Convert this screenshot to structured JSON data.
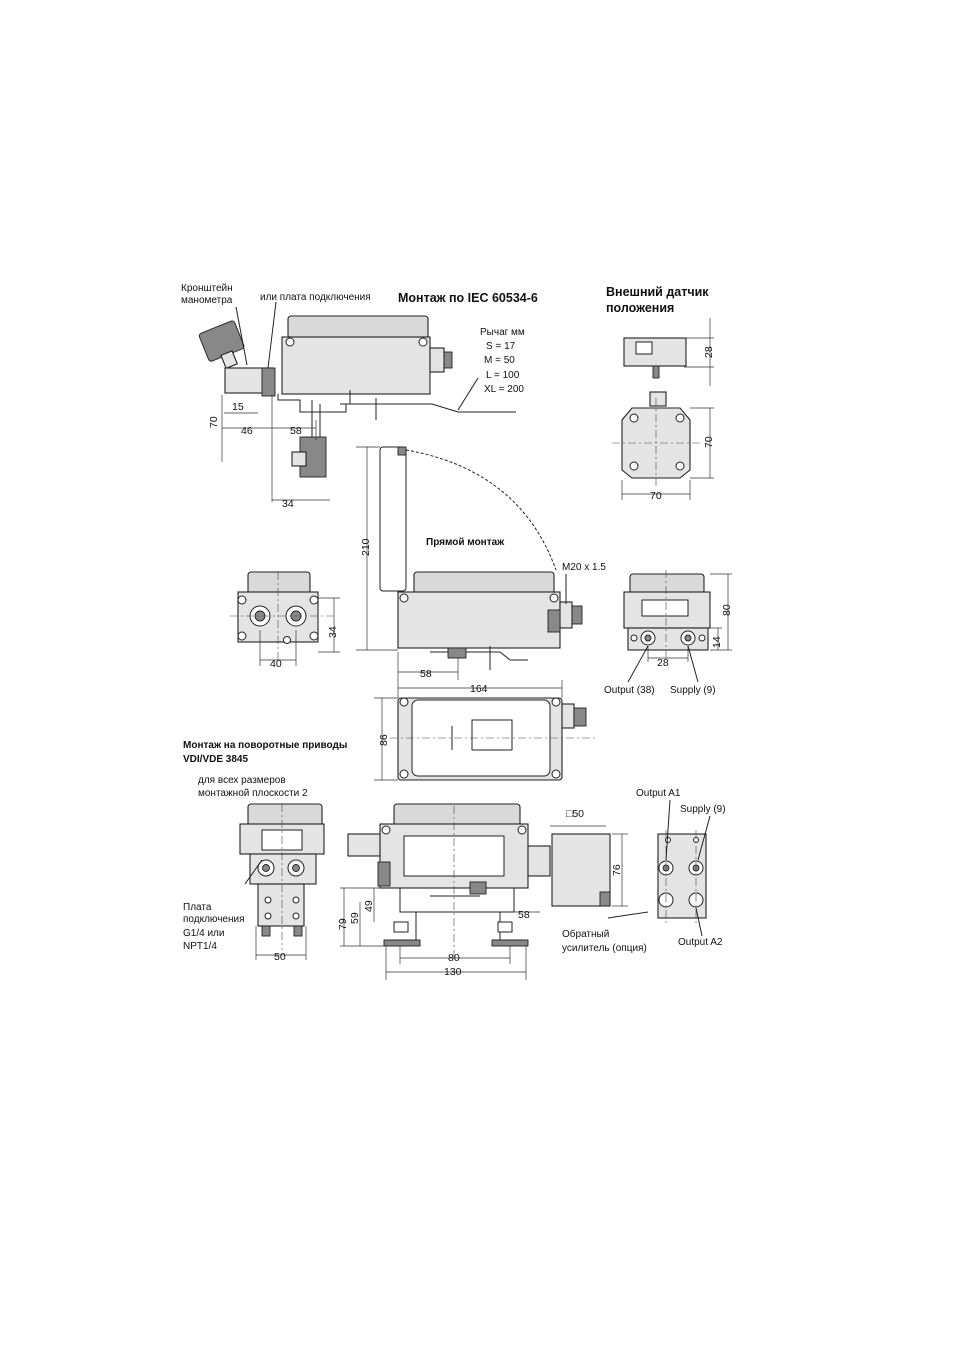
{
  "labels": {
    "gauge_bracket": "Кронштейн манометра",
    "connection_plate_alt": "или плата подключения",
    "iec_mounting": "Монтаж по IEC 60534-6",
    "external_sensor": "Внешний датчик положения",
    "lever": {
      "title": "Рычаг мм",
      "items": [
        "S = 17",
        "M = 50",
        "L =  100",
        "XL = 200"
      ]
    },
    "direct_mounting": "Прямой монтаж",
    "thread": "M20 x 1.5",
    "output_38": "Output (38)",
    "supply_9": "Supply (9)",
    "rotary_mounting_1": "Монтаж на поворотные приводы",
    "rotary_mounting_2": "VDI/VDE 3845",
    "all_sizes_1": "для всех размеров",
    "all_sizes_2": "монтажной плоскости 2",
    "plate_1": "Плата",
    "plate_2": "подключения",
    "plate_3": "G1/4 или",
    "plate_4": "NPT1/4",
    "output_a1": "Output A1",
    "output_a2": "Output A2",
    "supply_9b": "Supply (9)",
    "reverse_amp_1": "Обратный",
    "reverse_amp_2": "усилитель (опция)",
    "square_50": "□50"
  },
  "dims": {
    "d15": "15",
    "d46": "46",
    "d58a": "58",
    "d70a": "70",
    "d34a": "34",
    "d28a": "28",
    "d70b": "70",
    "d70c": "70",
    "d210": "210",
    "d40": "40",
    "d34b": "34",
    "d58b": "58",
    "d80a": "80",
    "d14": "14",
    "d28b": "28",
    "d164": "164",
    "d86": "86",
    "d50a": "50",
    "d79": "79",
    "d59": "59",
    "d49": "49",
    "d58c": "58",
    "d80b": "80",
    "d130": "130",
    "d76": "76"
  }
}
